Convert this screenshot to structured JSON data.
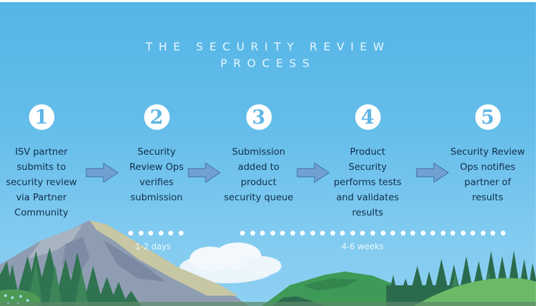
{
  "title": {
    "line1": "THE SECURITY REVIEW",
    "line2": "PROCESS"
  },
  "steps": [
    {
      "number": "1",
      "text": "ISV partner submits to security review via Partner Community"
    },
    {
      "number": "2",
      "text": "Security Review Ops verifies submission"
    },
    {
      "number": "3",
      "text": "Submission added to product security queue"
    },
    {
      "number": "4",
      "text": "Product Security performs tests and validates results"
    },
    {
      "number": "5",
      "text": "Security Review Ops notifies partner of results"
    }
  ],
  "step_lines": [
    [
      "ISV partner",
      "submits to",
      "security review",
      "via Partner",
      "Community"
    ],
    [
      "Security",
      "Review Ops",
      "verifies",
      "submission"
    ],
    [
      "Submission",
      "added to",
      "product",
      "security queue"
    ],
    [
      "Product",
      "Security",
      "performs tests",
      "and validates",
      "results"
    ],
    [
      "Security Review",
      "Ops notifies",
      "partner of",
      "results"
    ]
  ],
  "durations": [
    {
      "label": "1-2 days",
      "dot_count": 6
    },
    {
      "label": "4-6 weeks",
      "dot_count": 27
    }
  ],
  "icons": {
    "arrow": "right-arrow-icon",
    "step_badge": "numbered-circle-icon"
  },
  "colors": {
    "sky_top": "#54b5e6",
    "sky_bottom": "#8ed0f2",
    "text_dark": "#0f2e4a",
    "title_text": "#e8f6ff",
    "badge_fill": "#ffffff",
    "badge_number": "#5fb6e4",
    "arrow_fill": "#6f9fd2",
    "arrow_stroke": "#3f6fa8",
    "mountain": "#8f9fb3",
    "mountain_snow": "#c9c8a4",
    "forest_dark": "#2c6b4e",
    "hill_green": "#4ea35a",
    "hill_light": "#6fbb6a"
  }
}
